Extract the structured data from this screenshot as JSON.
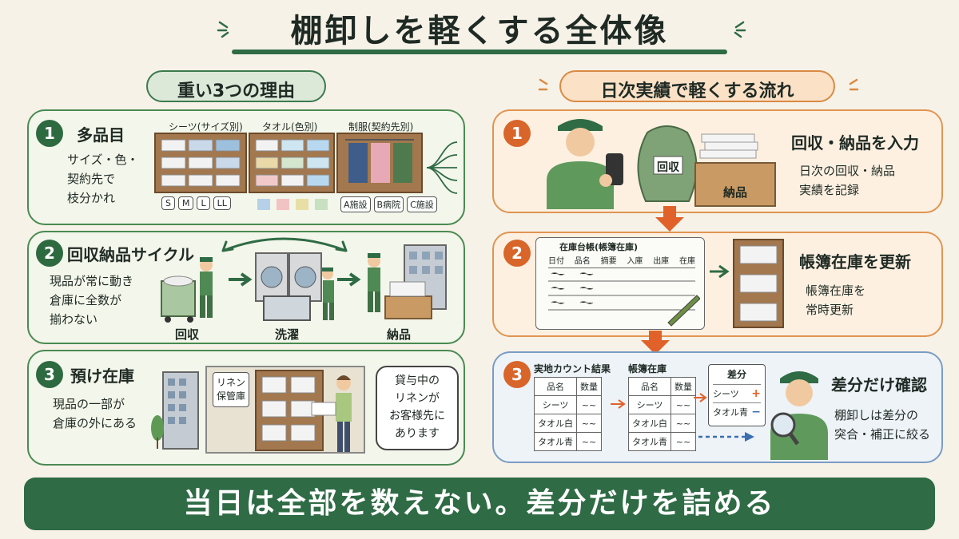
{
  "title": "棚卸しを軽くする全体像",
  "left": {
    "header": "重い3つの理由",
    "reason1": {
      "num": "1",
      "title": "多品目",
      "body": [
        "サイズ・色・",
        "契約先で",
        "枝分かれ"
      ],
      "shelves": [
        {
          "label": "シーツ(サイズ別)",
          "tags": [
            "S",
            "M",
            "L",
            "LL"
          ]
        },
        {
          "label": "タオル(色別)"
        },
        {
          "label": "制服(契約先別)",
          "tags": [
            "A施設",
            "B病院",
            "C施設"
          ]
        }
      ]
    },
    "reason2": {
      "num": "2",
      "title": "回収納品サイクル",
      "body": [
        "現品が常に動き",
        "倉庫に全数が",
        "揃わない"
      ],
      "steps": [
        "回収",
        "洗濯",
        "納品"
      ]
    },
    "reason3": {
      "num": "3",
      "title": "預け在庫",
      "body": [
        "現品の一部が",
        "倉庫の外にある"
      ],
      "storage_sign": [
        "リネン",
        "保管庫"
      ],
      "bubble": [
        "貸与中の",
        "リネンが",
        "お客様先に",
        "あります"
      ]
    }
  },
  "right": {
    "header": "日次実績で軽くする流れ",
    "step1": {
      "num": "1",
      "title": "回収・納品を入力",
      "body": [
        "日次の回収・納品",
        "実績を記録"
      ],
      "bag_label": "回収",
      "box_label": "納品"
    },
    "step2": {
      "num": "2",
      "title": "帳簿在庫を更新",
      "body": [
        "帳簿在庫を",
        "常時更新"
      ],
      "ledger_title": "在庫台帳(帳簿在庫)",
      "ledger_cols": [
        "日付",
        "品名",
        "摘要",
        "入庫",
        "出庫",
        "在庫"
      ]
    },
    "step3": {
      "num": "3",
      "title": "差分だけ確認",
      "body": [
        "棚卸しは差分の",
        "突合・補正に絞る"
      ],
      "actual": {
        "title": "実地カウント結果",
        "cols": [
          "品名",
          "数量"
        ],
        "rows": [
          "シーツ",
          "タオル白",
          "タオル青"
        ]
      },
      "book": {
        "title": "帳簿在庫",
        "cols": [
          "品名",
          "数量"
        ],
        "rows": [
          "シーツ",
          "タオル白",
          "タオル青"
        ]
      },
      "diff": {
        "title": "差分",
        "rows": [
          {
            "name": "シーツ",
            "sign": "+"
          },
          {
            "name": "タオル青",
            "sign": "−"
          }
        ]
      }
    }
  },
  "banner": "当日は全部を数えない。差分だけを詰める",
  "colors": {
    "green": "#2f6b45",
    "orange": "#d8652a",
    "blue": "#7a9cc4",
    "background": "#f6f2e8"
  }
}
